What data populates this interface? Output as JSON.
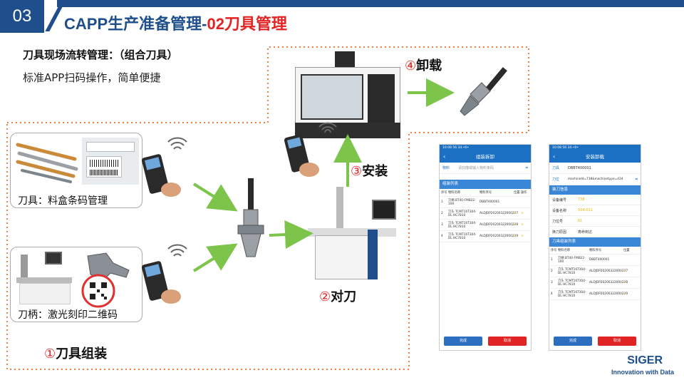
{
  "header": {
    "section_number": "03",
    "title_main": "CAPP生产准备管理-",
    "title_highlight": "02刀具管理"
  },
  "intro": {
    "line1": "刀具现场流转管理：（组合刀具）",
    "line2": "标准APP扫码操作，简单便捷"
  },
  "photos": {
    "tool_caption": "刀具：料盒条码管理",
    "holder_caption": "刀柄：激光刻印二维码"
  },
  "steps": {
    "assemble_num": "①",
    "assemble_label": "刀具组装",
    "preset_num": "②",
    "preset_label": "对刀",
    "install_num": "③",
    "install_label": "安装",
    "unload_num": "④",
    "unload_label": "卸载"
  },
  "phone_left": {
    "status": "10:08 56 34.•0•",
    "title": "组装拆卸",
    "field_label": "物料",
    "field_placeholder": "请扫描或输入物料条码",
    "section": "组装列表",
    "columns": [
      "序号",
      "物料名称",
      "物料序号",
      "位置",
      "操作"
    ],
    "rows": [
      {
        "no": "1",
        "name": "刀柄 BT40-FMB22-100",
        "serial": "DBBT400001",
        "pos": "",
        "op": ""
      },
      {
        "no": "2",
        "name": "刀头 TCMT16T304-DL HC7810",
        "serial": "ALDJDP20200322000227",
        "pos": "1",
        "op": "✕"
      },
      {
        "no": "3",
        "name": "刀头 TCMT16T304-DL HC7810",
        "serial": "ALDJDP20200322000228",
        "pos": "2",
        "op": "✕"
      },
      {
        "no": "4",
        "name": "刀头 TCMT16T304-DL HC7810",
        "serial": "ALDJDP20200322000229",
        "pos": "3",
        "op": "✕"
      }
    ],
    "ok": "完成",
    "cancel": "取消"
  },
  "phone_right": {
    "status": "10:08 56 34.•0•",
    "title": "安装卸载",
    "tool_label": "刀具",
    "tool_value": "DBBT400001",
    "pos_label": "刀位",
    "pos_value": "machineId=738&machinetype=434",
    "section1": "装刀信息",
    "kv": [
      {
        "k": "设备编号",
        "v": "738"
      },
      {
        "k": "设备名称",
        "v": "504-011"
      },
      {
        "k": "刀位号",
        "v": "01"
      },
      {
        "k": "换刀原因",
        "v": "寿命到达"
      }
    ],
    "section2": "刀具组装列表",
    "columns": [
      "序号",
      "物料名称",
      "物料序号",
      "位置"
    ],
    "rows": [
      {
        "no": "1",
        "name": "刀柄 BT40-FMB22-100",
        "serial": "DBBT400001",
        "pos": ""
      },
      {
        "no": "2",
        "name": "刀头 TCMT16T304-DL HC7810",
        "serial": "ALDJDP20200322000227",
        "pos": "1"
      },
      {
        "no": "3",
        "name": "刀头 TCMT16T304-DL HC7810",
        "serial": "ALDJDP20200322000228",
        "pos": "2"
      },
      {
        "no": "4",
        "name": "刀头 TCMT16T304-DL HC7810",
        "serial": "ALDJDP20200322000229",
        "pos": "3"
      }
    ],
    "ok": "完成",
    "cancel": "取消"
  },
  "brand": {
    "name": "SIGER",
    "tagline": "Innovation with Data"
  },
  "colors": {
    "primary": "#1e4f8c",
    "accent_red": "#e32222",
    "arrow_green": "#7cc44a",
    "dash_orange": "#e8834a",
    "app_blue": "#1b70c4"
  }
}
